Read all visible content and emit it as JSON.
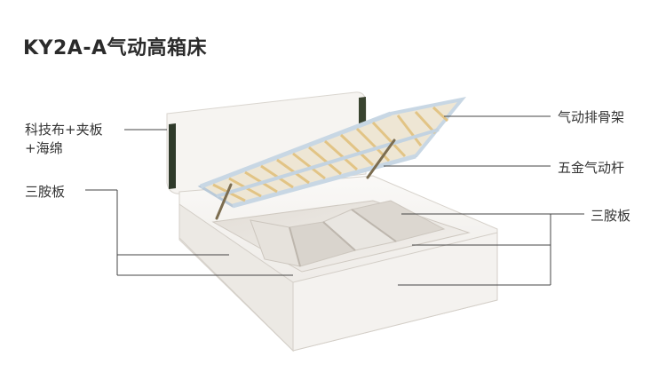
{
  "page": {
    "title": "KY2A-A气动高箱床"
  },
  "labels_left": {
    "headboard_line1": "科技布+夹板",
    "headboard_line2": "+海绵",
    "side_panel": "三胺板"
  },
  "labels_right": {
    "rib_frame": "气动排骨架",
    "gas_strut": "五金气动杆",
    "storage_panel": "三胺板"
  },
  "colors": {
    "panel": "#f1efec",
    "panel_shadow": "#ddd9d3",
    "frame": "#cfdbe6",
    "slat": "#e8cf98",
    "strut": "#8a7a5c",
    "leader": "#444444"
  }
}
